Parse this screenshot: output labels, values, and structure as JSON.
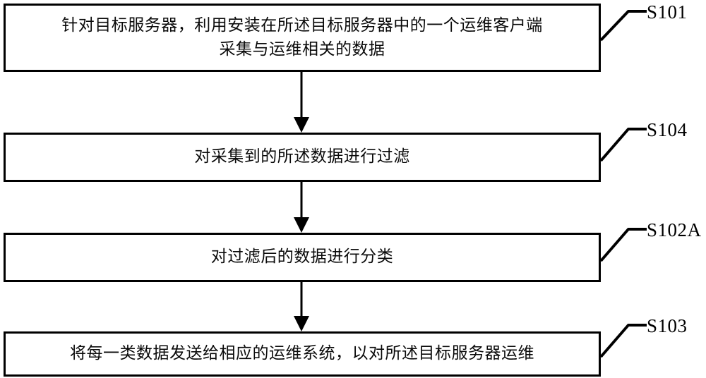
{
  "diagram": {
    "type": "flowchart",
    "orientation": "vertical",
    "title": "",
    "nodes": [
      {
        "id": "s101",
        "label": "S101",
        "text": "针对目标服务器，利用安装在所述目标服务器中的一个运维客户端\n采集与运维相关的数据",
        "lines": [
          "针对目标服务器，利用安装在所述目标服务器中的一个运维客户端",
          "采集与运维相关的数据"
        ]
      },
      {
        "id": "s104",
        "label": "S104",
        "text": "对采集到的所述数据进行过滤",
        "lines": [
          "对采集到的所述数据进行过滤"
        ]
      },
      {
        "id": "s102a",
        "label": "S102A",
        "text": "对过滤后的数据进行分类",
        "lines": [
          "对过滤后的数据进行分类"
        ]
      },
      {
        "id": "s103",
        "label": "S103",
        "text": "将每一类数据发送给相应的运维系统，以对所述目标服务器运维",
        "lines": [
          "将每一类数据发送给相应的运维系统，以对所述目标服务器运维"
        ]
      }
    ],
    "edges": [
      {
        "from": "s101",
        "to": "s104",
        "style": "arrow-down"
      },
      {
        "from": "s104",
        "to": "s102a",
        "style": "arrow-down"
      },
      {
        "from": "s102a",
        "to": "s103",
        "style": "arrow-down"
      }
    ],
    "colors": {
      "stroke": "#000000",
      "fill": "#ffffff",
      "text": "#0a0a0a"
    }
  }
}
